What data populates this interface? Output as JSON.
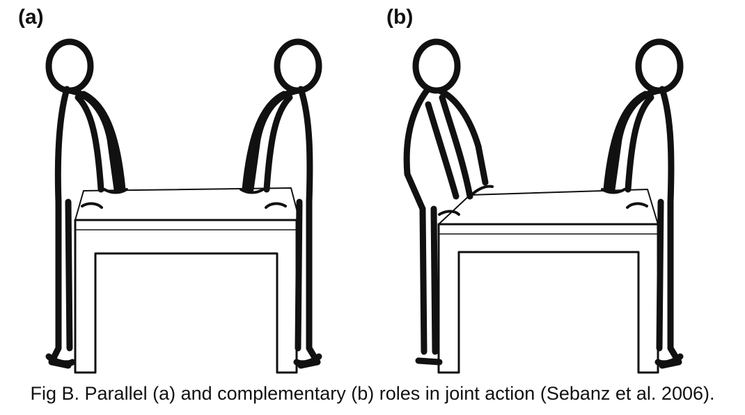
{
  "figure": {
    "panels": [
      {
        "label": "(a)"
      },
      {
        "label": "(b)"
      }
    ],
    "caption": "Fig B. Parallel (a) and complementary (b) roles in joint action (Sebanz et al. 2006)."
  }
}
